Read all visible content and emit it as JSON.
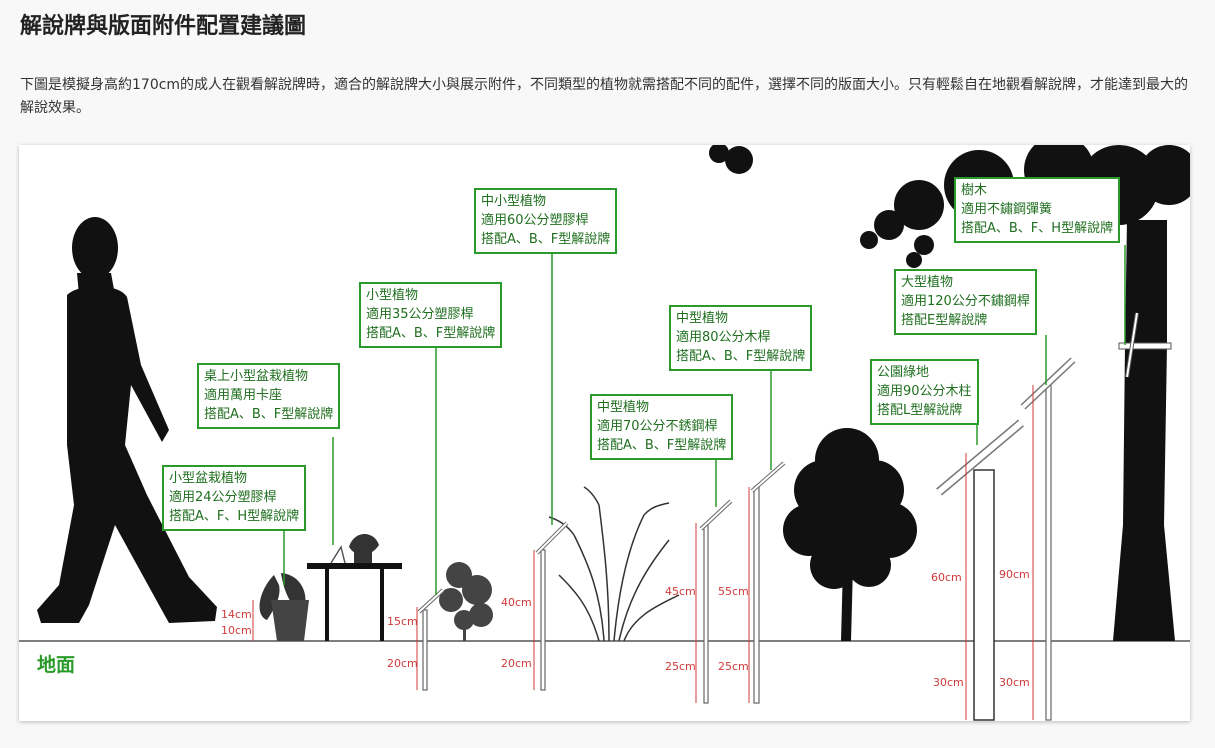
{
  "title": "解說牌與版面附件配置建議圖",
  "intro": "下圖是模擬身高約170cm的成人在觀看解說牌時，適合的解說牌大小與展示附件，不同類型的植物就需搭配不同的配件，選擇不同的版面大小。只有輕鬆自在地觀看解說牌，才能達到最大的解說效果。",
  "diagram": {
    "ground_label": "地面",
    "boxes": [
      {
        "id": "small-potted",
        "lines": [
          "小型盆栽植物",
          "適用24公分塑膠桿",
          "搭配A、F、H型解說牌"
        ]
      },
      {
        "id": "desk-potted",
        "lines": [
          "桌上小型盆栽植物",
          "適用萬用卡座",
          "搭配A、B、F型解說牌"
        ]
      },
      {
        "id": "small-plant",
        "lines": [
          "小型植物",
          "適用35公分塑膠桿",
          "搭配A、B、F型解說牌"
        ]
      },
      {
        "id": "small-medium",
        "lines": [
          "中小型植物",
          "適用60公分塑膠桿",
          "搭配A、B、F型解說牌"
        ]
      },
      {
        "id": "medium-70",
        "lines": [
          "中型植物",
          "適用70公分不銹鋼桿",
          "搭配A、B、F型解說牌"
        ]
      },
      {
        "id": "medium-80",
        "lines": [
          "中型植物",
          "適用80公分木桿",
          "搭配A、B、F型解說牌"
        ]
      },
      {
        "id": "park-green",
        "lines": [
          "公園綠地",
          "適用90公分木柱",
          "搭配L型解說牌"
        ]
      },
      {
        "id": "large-plant",
        "lines": [
          "大型植物",
          "適用120公分不鏽鋼桿",
          "搭配E型解說牌"
        ]
      },
      {
        "id": "tree",
        "lines": [
          "樹木",
          "適用不鏽鋼彈簧",
          "搭配A、B、F、H型解說牌"
        ]
      }
    ],
    "dimensions": {
      "d14": "14cm",
      "d10": "10cm",
      "d15": "15cm",
      "d20a": "20cm",
      "d40": "40cm",
      "d20b": "20cm",
      "d45": "45cm",
      "d25a": "25cm",
      "d55": "55cm",
      "d25b": "25cm",
      "d60": "60cm",
      "d30a": "30cm",
      "d90": "90cm",
      "d30b": "30cm"
    },
    "colors": {
      "label_green": "#2a9a2a",
      "dimension_red": "#d03a3a",
      "silhouette": "#111111",
      "ground": "#555555"
    }
  }
}
